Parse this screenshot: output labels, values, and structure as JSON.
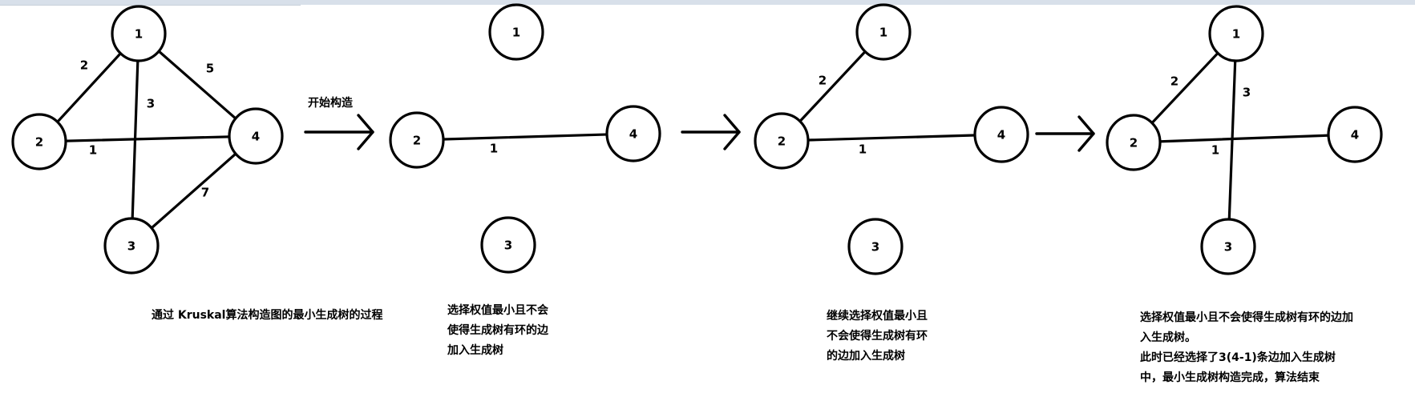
{
  "step_label": "开始构造",
  "graph": {
    "nodes": [
      "1",
      "2",
      "3",
      "4"
    ],
    "edges": [
      {
        "from": "1",
        "to": "2",
        "weight": "2"
      },
      {
        "from": "1",
        "to": "4",
        "weight": "5"
      },
      {
        "from": "1",
        "to": "3",
        "weight": "3"
      },
      {
        "from": "2",
        "to": "4",
        "weight": "1"
      },
      {
        "from": "3",
        "to": "4",
        "weight": "7"
      }
    ]
  },
  "steps": [
    {
      "selected_edges": [
        {
          "from": "2",
          "to": "4",
          "weight": "1"
        }
      ]
    },
    {
      "selected_edges": [
        {
          "from": "2",
          "to": "4",
          "weight": "1"
        },
        {
          "from": "1",
          "to": "2",
          "weight": "2"
        }
      ]
    },
    {
      "selected_edges": [
        {
          "from": "2",
          "to": "4",
          "weight": "1"
        },
        {
          "from": "1",
          "to": "2",
          "weight": "2"
        },
        {
          "from": "1",
          "to": "3",
          "weight": "3"
        }
      ]
    }
  ],
  "captions": {
    "original": [
      "通过 Kruskal算法构造图的最小生成树的过程"
    ],
    "step1": [
      "选择权值最小且不会",
      "使得生成树有环的边",
      "加入生成树"
    ],
    "step2": [
      "继续选择权值最小且",
      "不会使得生成树有环",
      "的边加入生成树"
    ],
    "step3": [
      "选择权值最小且不会使得生成树有环的边加",
      "入生成树。",
      "此时已经选择了3(4-1)条边加入生成树",
      "中，最小生成树构造完成，算法结束"
    ]
  }
}
